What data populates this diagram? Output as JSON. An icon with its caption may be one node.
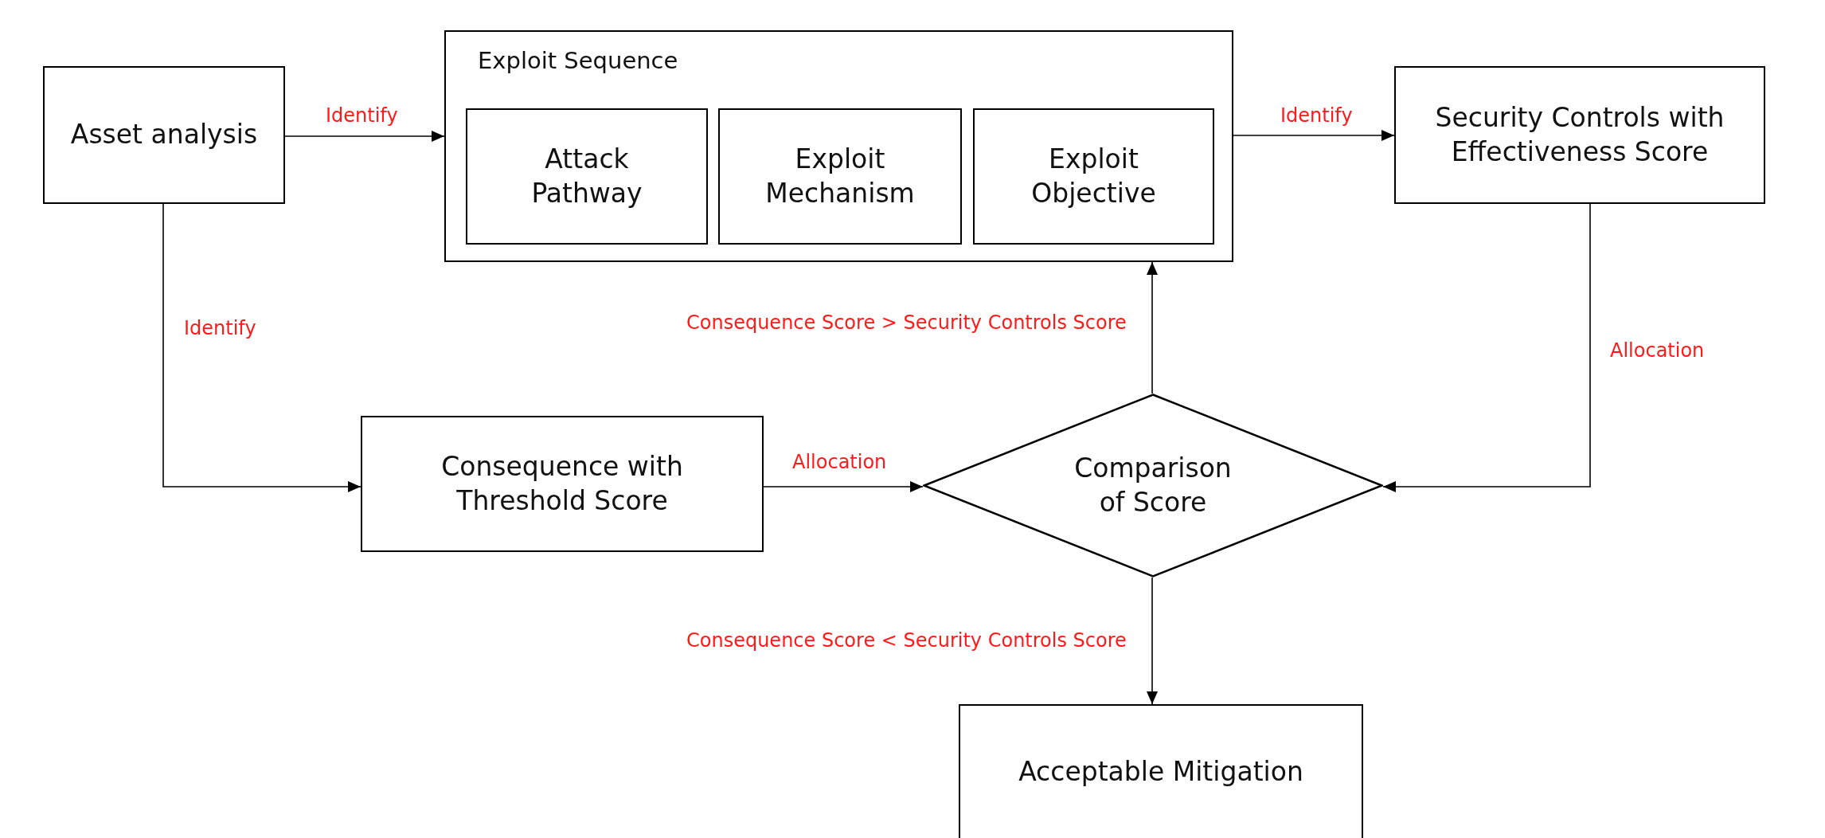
{
  "diagram": {
    "nodes": [
      {
        "text": [
          "Asset analysis"
        ]
      },
      {
        "text": [
          "Exploit Sequence"
        ]
      },
      {
        "text": [
          "Attack Pathway"
        ],
        "in": 1
      },
      {
        "text": [
          "Exploit Mechanism"
        ],
        "in": 1
      },
      {
        "text": [
          "Exploit Objective"
        ],
        "in": 1
      },
      {
        "text": [
          "Security Controls with Effectiveness Score"
        ]
      },
      {
        "text": [
          "Consequence with Threshold Score"
        ]
      },
      {
        "text": [
          "Comparison of Score"
        ]
      },
      {
        "text": [
          "Acceptable Mitigation"
        ]
      }
    ],
    "edges": [
      {
        "from": 0,
        "to": 1,
        "arrow": "to",
        "label": "Identify"
      },
      {
        "from": 1,
        "to": 5,
        "arrow": "to",
        "label": "Identify"
      },
      {
        "from": 0,
        "to": 6,
        "arrow": "to",
        "label": "Identify"
      },
      {
        "from": 6,
        "to": 7,
        "arrow": "to",
        "label": "Allocation"
      },
      {
        "from": 5,
        "to": 7,
        "arrow": "to",
        "label": "Allocation"
      },
      {
        "from": 7,
        "to": 1,
        "arrow": "to",
        "label": "Consequence Score > Security Controls Score"
      },
      {
        "from": 7,
        "to": 8,
        "arrow": "to",
        "label": "Consequence Score < Security Controls Score"
      }
    ]
  }
}
